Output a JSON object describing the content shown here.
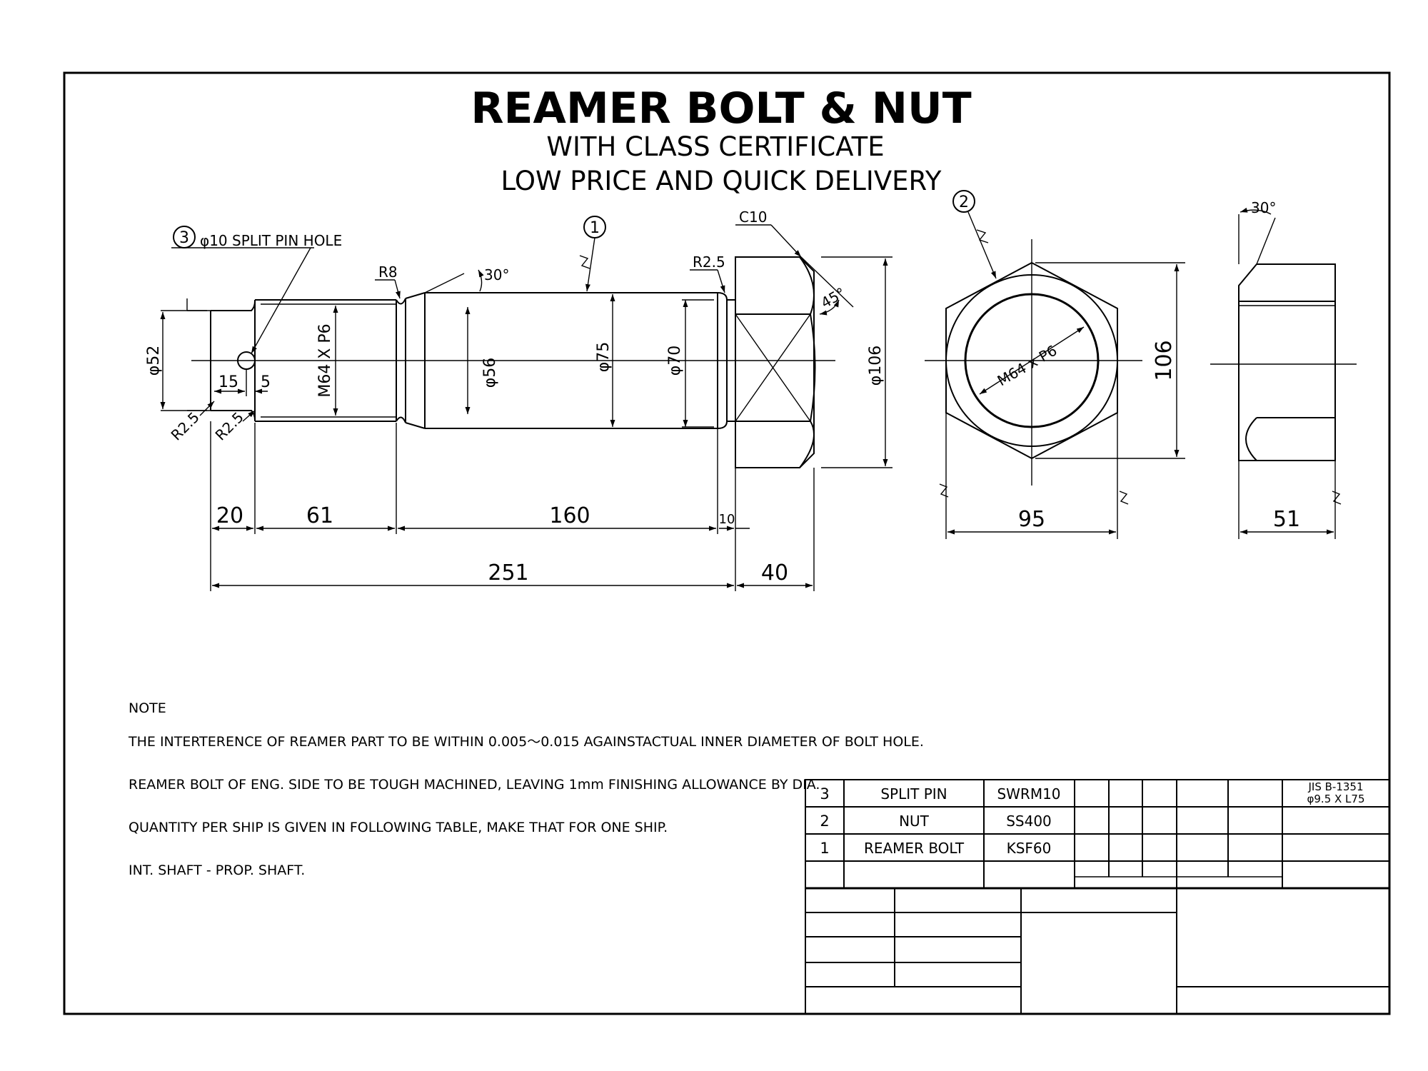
{
  "header": {
    "title": "REAMER BOLT & NUT",
    "subtitle1": "WITH CLASS CERTIFICATE",
    "subtitle2": "LOW PRICE AND QUICK DELIVERY"
  },
  "balloons": {
    "b1": "1",
    "b2": "2",
    "b3": "3"
  },
  "callouts": {
    "split_pin_hole": "φ10 SPLIT PIN HOLE",
    "r8": "R8",
    "angle_30_bolt": "30°",
    "r25_head": "R2.5",
    "c10": "C10",
    "angle_45": "45°",
    "angle_30_nut": "30°",
    "r25_left1": "R2.5",
    "r25_left2": "R2.5"
  },
  "dimensions": {
    "d52": "φ52",
    "l15": "15",
    "l5": "5",
    "thread": "M64 X P6",
    "d56": "φ56",
    "d75": "φ75",
    "d70": "φ70",
    "d106": "φ106",
    "l20": "20",
    "l61": "61",
    "l160": "160",
    "l10": "10",
    "l251": "251",
    "l40": "40",
    "nut_thread": "M64 x P6",
    "nut_106": "106",
    "nut_95": "95",
    "nut_51": "51"
  },
  "notes": {
    "heading": "NOTE",
    "lines": [
      "THE INTERTERENCE OF REAMER PART TO BE WITHIN 0.005～0.015 AGAINSTACTUAL INNER DIAMETER OF BOLT HOLE.",
      "REAMER BOLT OF ENG. SIDE TO BE TOUGH MACHINED, LEAVING 1mm FINISHING ALLOWANCE BY DIA.",
      "QUANTITY PER SHIP IS GIVEN IN FOLLOWING TABLE, MAKE THAT FOR ONE SHIP.",
      "INT. SHAFT - PROP. SHAFT."
    ]
  },
  "parts_list": {
    "rows": [
      {
        "no": "3",
        "name": "SPLIT PIN",
        "material": "SWRM10",
        "remark1": "JIS B-1351",
        "remark2": "φ9.5 X L75"
      },
      {
        "no": "2",
        "name": "NUT",
        "material": "SS400",
        "remark1": "",
        "remark2": ""
      },
      {
        "no": "1",
        "name": "REAMER BOLT",
        "material": "KSF60",
        "remark1": "",
        "remark2": ""
      }
    ]
  }
}
